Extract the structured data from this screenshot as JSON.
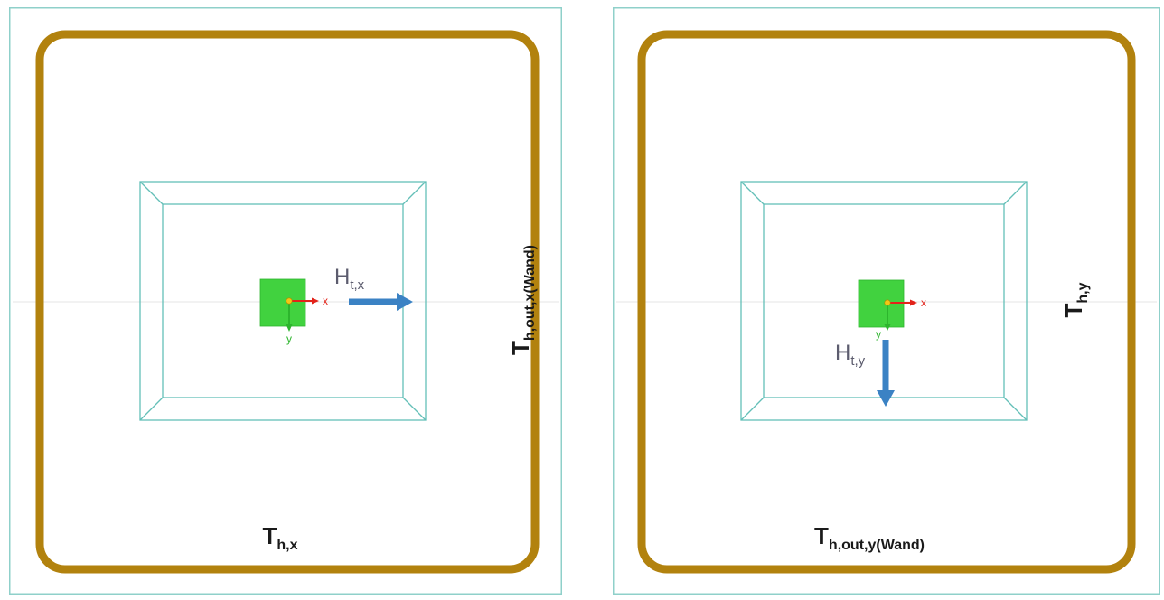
{
  "panels": [
    {
      "h_label": {
        "main": "H",
        "sub": "t,x"
      },
      "side_label": {
        "main": "T",
        "sub": "h,out,x(Wand)"
      },
      "bottom_label": {
        "main": "T",
        "sub": "h,x"
      },
      "axis": {
        "x": "x",
        "y": "y"
      },
      "field_direction": "right"
    },
    {
      "h_label": {
        "main": "H",
        "sub": "t,y"
      },
      "side_label": {
        "main": "T",
        "sub": "h,y"
      },
      "bottom_label": {
        "main": "T",
        "sub": "h,out,y(Wand)"
      },
      "axis": {
        "x": "x",
        "y": "y"
      },
      "field_direction": "down"
    }
  ],
  "colors": {
    "coil": "#b2820e",
    "frame": "#63bfb8",
    "border": "#8fd0ca",
    "magnet": "#41d23f",
    "arrow": "#3b82c4",
    "axis_x": "#e2231a",
    "axis_y": "#2db52d",
    "origin": "#f2c715",
    "h_label": "#5c5c6e",
    "text": "#1a1a1a"
  }
}
